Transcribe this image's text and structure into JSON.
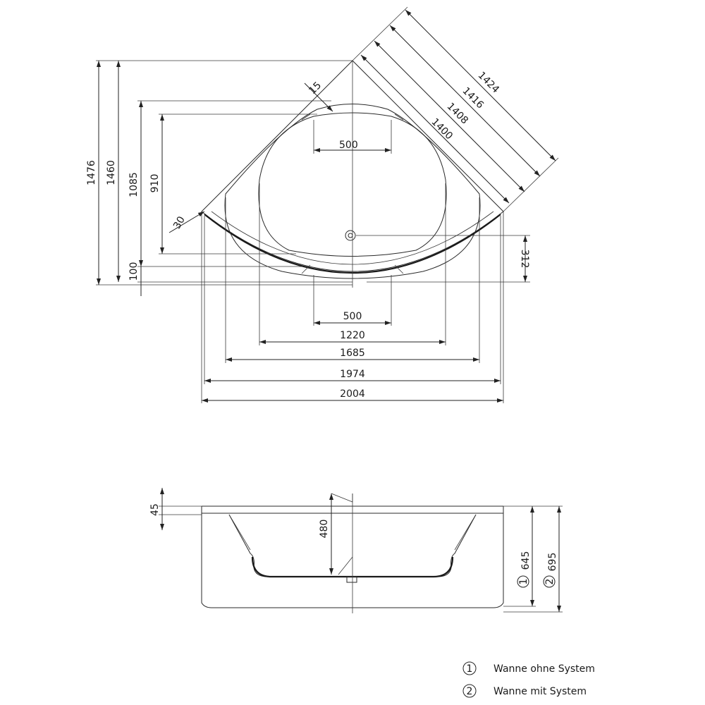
{
  "plan_dimensions": {
    "diag_1424": "1424",
    "diag_1416": "1416",
    "diag_1408": "1408",
    "diag_1400": "1400",
    "dim_15": "15",
    "dim_30": "30",
    "h_500_top": "500",
    "v_1476": "1476",
    "v_1460": "1460",
    "v_1085": "1085",
    "v_910": "910",
    "v_100": "100",
    "v_312": "312",
    "h_500": "500",
    "h_1220": "1220",
    "h_1685": "1685",
    "h_1974": "1974",
    "h_2004": "2004"
  },
  "section_dimensions": {
    "v_45": "45",
    "v_480": "480",
    "v_645": "645",
    "v_695": "695",
    "mark_1": "1",
    "mark_2": "2"
  },
  "legend": [
    {
      "mark": "1",
      "text": "Wanne ohne System"
    },
    {
      "mark": "2",
      "text": "Wanne mit System"
    }
  ]
}
